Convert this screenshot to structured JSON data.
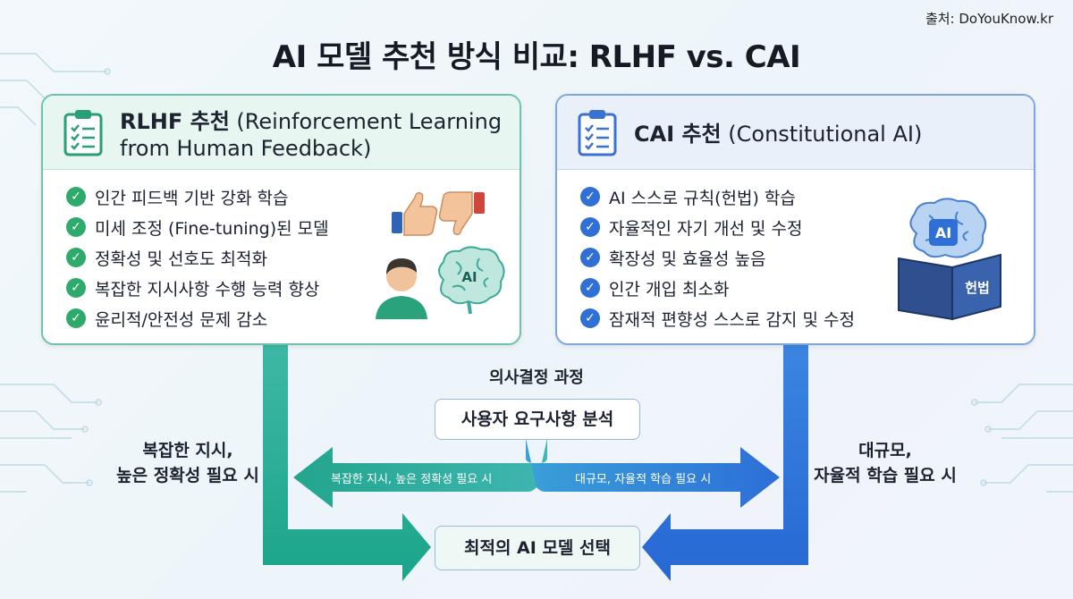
{
  "source": "출처: DoYouKnow.kr",
  "title": "AI 모델 추천 방식 비교: RLHF vs. CAI",
  "rlhf": {
    "name": "RLHF 추천",
    "subtitle": "(Reinforcement Learning",
    "subtitle2": "from Human Feedback)",
    "items": [
      "인간 피드백 기반 강화 학습",
      "미세 조정 (Fine-tuning)된 모델",
      "정확성 및 선호도 최적화",
      "복잡한 지시사항 수행 능력 향상",
      "윤리적/안전성 문제 감소"
    ],
    "brain_label": "AI",
    "accent": "#2eaa6a"
  },
  "cai": {
    "name": "CAI 추천",
    "subtitle": "(Constitutional AI)",
    "items": [
      "AI 스스로 규칙(헌법) 학습",
      "자율적인 자기 개선 및 수정",
      "확장성 및 효율성 높음",
      "인간 개입 최소화",
      "잠재적 편향성 스스로 감지 및 수정"
    ],
    "brain_label": "AI",
    "book_label": "헌법",
    "accent": "#2f6fd6"
  },
  "process": {
    "title": "의사결정 과정",
    "analysis": "사용자 요구사항 분석",
    "left_arrow": "복잡한 지시, 높은 정확성 필요 시",
    "right_arrow": "대규모, 자율적 학습 필요 시",
    "left_label_1": "복잡한 지시,",
    "left_label_2": "높은 정확성 필요 시",
    "right_label_1": "대규모,",
    "right_label_2": "자율적 학습 필요 시",
    "result": "최적의 AI 모델 선택"
  }
}
